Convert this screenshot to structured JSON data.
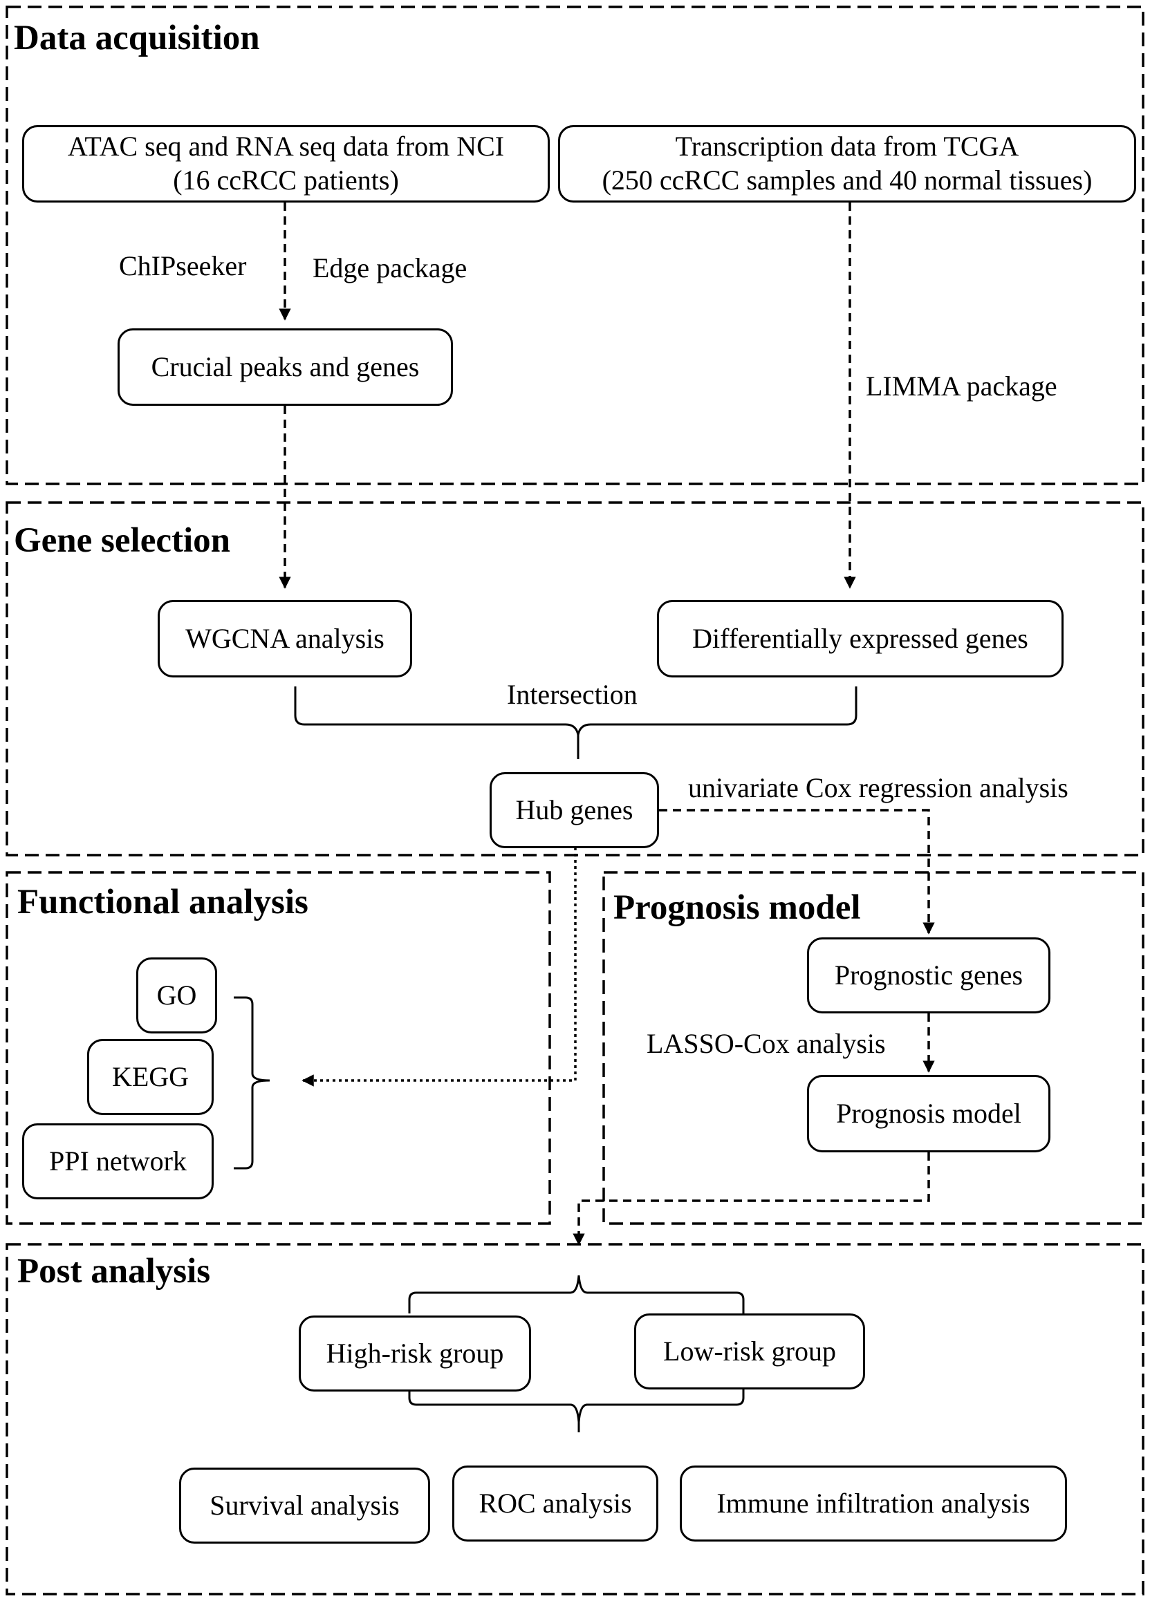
{
  "sections": {
    "data_acquisition": "Data acquisition",
    "gene_selection": "Gene selection",
    "functional_analysis": "Functional analysis",
    "prognosis_model": "Prognosis model",
    "post_analysis": "Post analysis"
  },
  "boxes": {
    "atac_line1": "ATAC seq and RNA seq data from NCI",
    "atac_line2": "(16 ccRCC patients)",
    "tcga_line1": "Transcription data from TCGA",
    "tcga_line2": "(250 ccRCC samples and 40 normal tissues)",
    "crucial": "Crucial peaks and genes",
    "wgcna": "WGCNA analysis",
    "deg": "Differentially expressed genes",
    "hub": "Hub genes",
    "go": "GO",
    "kegg": "KEGG",
    "ppi": "PPI network",
    "prognostic_genes": "Prognostic genes",
    "prognosis_model": "Prognosis model",
    "high_risk": "High-risk group",
    "low_risk": "Low-risk group",
    "survival": "Survival analysis",
    "roc": "ROC analysis",
    "immune": "Immune infiltration analysis"
  },
  "labels": {
    "chipseeker": "ChIPseeker",
    "edge": "Edge package",
    "limma": "LIMMA package",
    "intersection": "Intersection",
    "univariate": "univariate Cox regression analysis",
    "lasso": "LASSO-Cox analysis"
  }
}
